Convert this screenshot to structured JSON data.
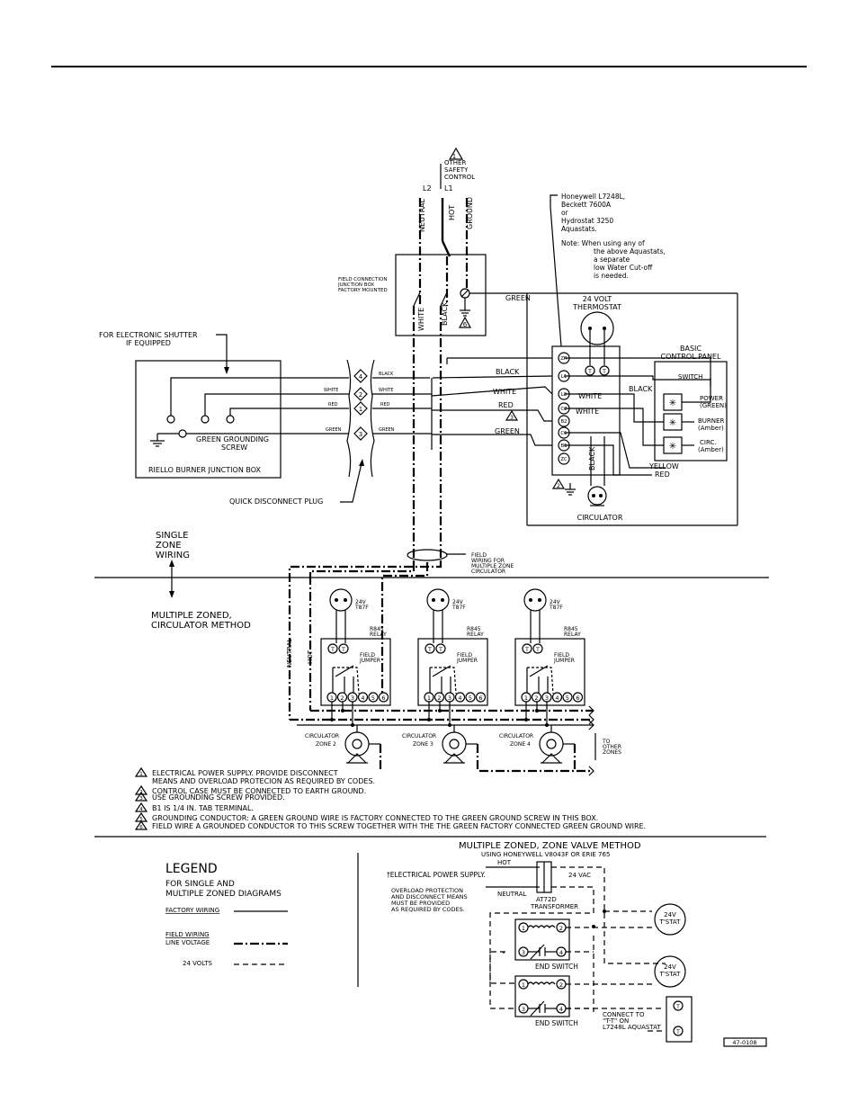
{
  "top": {
    "other_safety_control": [
      "OTHER",
      "SAFETY",
      "CONTROL"
    ],
    "l2": "L2",
    "l1": "L1",
    "neutral": "NEUTRAL",
    "hot": "HOT",
    "ground": "GROUND",
    "field_junction": [
      "FIELD CONNECTION",
      "JUNCTION BOX",
      "FACTORY MOUNTED"
    ],
    "white": "WHITE",
    "black": "BLACK",
    "green": "GREEN"
  },
  "aquastat_note": [
    "Honeywell L7248L,",
    "Beckett 7600A",
    "or",
    "Hydrostat 3250",
    "Aquastats.",
    "",
    "Note: When using any of",
    "the above Aquastats,",
    "a separate",
    "low Water Cut-off",
    "is needed."
  ],
  "thermostat": [
    "24 VOLT",
    "THERMOSTAT"
  ],
  "control_panel": {
    "title": [
      "BASIC",
      "CONTROL PANEL"
    ],
    "switch": "SWITCH",
    "power": [
      "POWER",
      "(GREEN)"
    ],
    "burner": [
      "BURNER",
      "(Amber)"
    ],
    "circ": [
      "CIRC.",
      "(Amber)"
    ],
    "yellow": "YELLOW",
    "red": "RED"
  },
  "aquastat_terminals": [
    "ZR",
    "L1",
    "L2",
    "C2",
    "B2",
    "C1",
    "B1",
    "ZC"
  ],
  "wires_mid": {
    "black": "BLACK",
    "white": "WHITE",
    "red": "RED",
    "green": "GREEN",
    "white2": "WHITE",
    "white3": "WHITE",
    "black2": "BLACK",
    "black3": "BLACK"
  },
  "circulator": "CIRCULATOR",
  "riello": {
    "shutter": [
      "FOR ELECTRONIC SHUTTER",
      "IF EQUIPPED"
    ],
    "grounding": [
      "GREEN GROUNDING",
      "SCREW"
    ],
    "box_label": "RIELLO BURNER JUNCTION BOX",
    "plug_label": "QUICK DISCONNECT PLUG",
    "pins": [
      "4",
      "2",
      "1",
      "3"
    ],
    "pin_colors": [
      "BLACK",
      "WHITE",
      "RED",
      "GREEN"
    ]
  },
  "single_zone": [
    "SINGLE",
    "ZONE",
    "WIRING"
  ],
  "multi_zone": [
    "MULTIPLE ZONED,",
    "CIRCULATOR METHOD"
  ],
  "field_wiring": [
    "FIELD",
    "WIRING FOR",
    "MULTIPLE ZONE",
    "CIRCULATOR"
  ],
  "relays": {
    "thermostat": [
      "24V",
      "T87F"
    ],
    "relay": [
      "R845",
      "RELAY"
    ],
    "jumper": [
      "FIELD",
      "JUMPER"
    ],
    "terminals": [
      "1",
      "2",
      "3",
      "4",
      "5",
      "6"
    ],
    "t": "T"
  },
  "zones": [
    [
      "CIRCULATOR",
      "ZONE 2"
    ],
    [
      "CIRCULATOR",
      "ZONE 3"
    ],
    [
      "CIRCULATOR",
      "ZONE 4"
    ]
  ],
  "to_other": [
    "TO",
    "OTHER",
    "ZONES"
  ],
  "neutral_side": "NEUTRAL",
  "hot_side": "HOT",
  "notes": [
    {
      "mark": "1",
      "text": "ELECTRICAL POWER SUPPLY. PROVIDE DISCONNECT"
    },
    {
      "mark": "",
      "text": "MEANS AND OVERLOAD PROTECION AS REQUIRED BY CODES."
    },
    {
      "mark": "2",
      "text": "CONTROL CASE MUST BE CONNECTED TO EARTH GROUND."
    },
    {
      "mark": "3",
      "text": "USE GROUNDING SCREW PROVIDED."
    },
    {
      "mark": "4",
      "text": "B1 IS 1/4 IN. TAB TERMINAL."
    },
    {
      "mark": "5",
      "text": "GROUNDING CONDUCTOR:  A GREEN GROUND WIRE IS FACTORY CONNECTED TO THE GREEN GROUND SCREW IN THIS BOX."
    },
    {
      "mark": "6",
      "text": "FIELD WIRE A GROUNDED CONDUCTOR TO THIS SCREW TOGETHER WITH THE THE GREEN FACTORY CONNECTED GREEN GROUND WIRE."
    }
  ],
  "legend": {
    "title": "LEGEND",
    "subtitle": [
      "FOR SINGLE AND",
      "MULTIPLE ZONED DIAGRAMS"
    ],
    "factory": "FACTORY WIRING",
    "field": [
      "FIELD WIRING",
      "LINE VOLTAGE"
    ],
    "volts": "24 VOLTS"
  },
  "zone_valve": {
    "title": "MULTIPLE ZONED, ZONE VALVE METHOD",
    "subtitle": "USING HONEYWELL V8043F OR ERIE 765",
    "hot": "HOT",
    "elec": "†ELECTRICAL POWER SUPPLY.",
    "overload": [
      "OVERLOAD PROTECTION",
      "AND DISCONNECT MEANS",
      "MUST BE PROVIDED",
      "AS REQUIRED BY CODES."
    ],
    "neutral": "NEUTRAL",
    "vac": "24 VAC",
    "transformer": [
      "AT72D",
      "TRANSFORMER"
    ],
    "tstat": [
      "24V",
      "T'STAT"
    ],
    "end_switch": "END SWITCH",
    "connect": [
      "CONNECT TO",
      "\"T-T\" ON",
      "L7248L AQUASTAT"
    ],
    "terms": [
      "1",
      "2",
      "3",
      "4"
    ],
    "t": "T"
  },
  "drawing_no": "47-0108"
}
